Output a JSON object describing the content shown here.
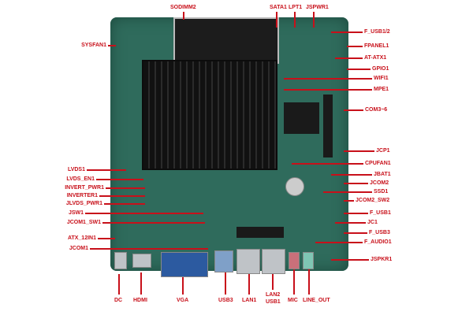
{
  "labels": {
    "left": [
      "SYSFAN1",
      "LVDS1",
      "LVDS_EN1",
      "INVERT_PWR1",
      "INVERTER1",
      "JLVDS_PWR1",
      "JSW1",
      "JCOM1_SW1",
      "ATX_12IN1",
      "JCOM1"
    ],
    "top": [
      "SODIMM2",
      "SATA1",
      "LPT1",
      "JSPWR1"
    ],
    "right": [
      "F_USB1/2",
      "FPANEL1",
      "AT-ATX1",
      "GPIO1",
      "WIFI1",
      "MPE1",
      "COM3~6",
      "JCP1",
      "CPUFAN1",
      "JBAT1",
      "JCOM2",
      "SSD1",
      "JCOM2_SW2",
      "F_USB1",
      "JC1",
      "F_USB3",
      "F_AUDIO1",
      "JSPKR1"
    ],
    "bottom": [
      "DC",
      "HDMI",
      "VGA",
      "USB3",
      "LAN1",
      "LAN2",
      "USB1",
      "MIC",
      "LINE_OUT"
    ]
  },
  "colors": {
    "label": "#c8101a",
    "board": "#2f6b5c"
  }
}
